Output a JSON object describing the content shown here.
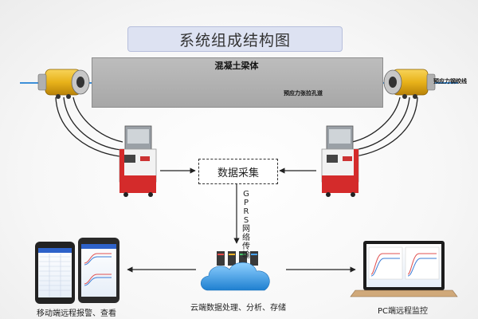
{
  "title": "系统组成结构图",
  "beam_label": "混凝土梁体",
  "duct_label": "预应力张拉孔道",
  "strand_label": "预应力钢绞线",
  "data_collection_label": "数据采集",
  "network_label": "GPRS网络传输",
  "cloud_label": "云端数据处理、分析、存储",
  "pc_label": "PC端远程监控",
  "mobile_label": "移动端远程报警、查看",
  "colors": {
    "title_bg": "#dde2f2",
    "beam": "#b3b3b3",
    "jack_yellow": "#e8b21a",
    "pump_red": "#d42b2b",
    "cloud_blue": "#3aa0e8",
    "strand_blue": "#3d8fd8"
  }
}
